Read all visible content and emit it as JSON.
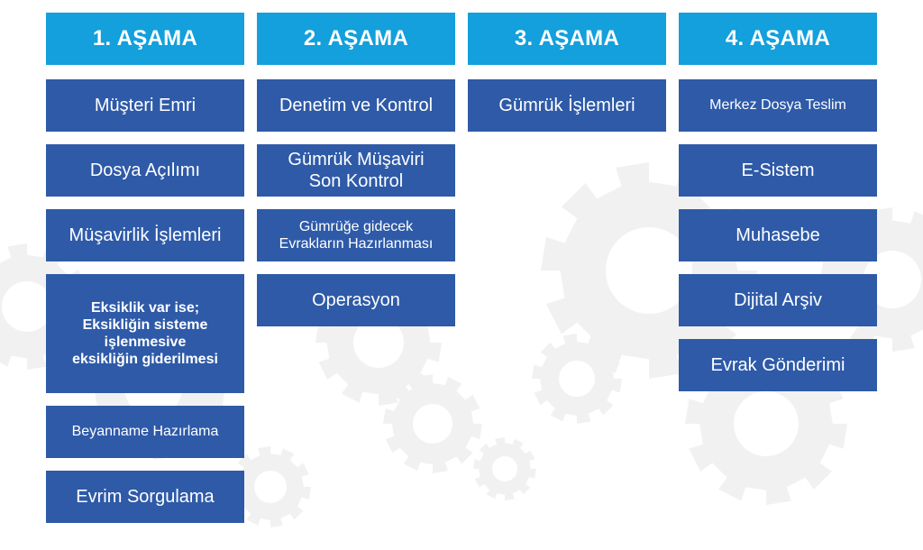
{
  "stages": [
    {
      "title": "1. AŞAMA",
      "steps": [
        "Müşteri Emri",
        "Dosya Açılımı",
        "Müşavirlik İşlemleri",
        "Eksiklik var ise;\nEksikliğin sisteme işlenmesive eksikliğin giderilmesi",
        "Beyanname Hazırlama",
        "Evrim Sorgulama"
      ]
    },
    {
      "title": "2. AŞAMA",
      "steps": [
        "Denetim ve Kontrol",
        "Gümrük Müşaviri\nSon Kontrol",
        "Gümrüğe gidecek\nEvrakların Hazırlanması",
        "Operasyon"
      ]
    },
    {
      "title": "3. AŞAMA",
      "steps": [
        "Gümrük İşlemleri"
      ]
    },
    {
      "title": "4. AŞAMA",
      "steps": [
        "Merkez Dosya Teslim",
        "E-Sistem",
        "Muhasebe",
        "Dijital Arşiv",
        "Evrak Gönderimi"
      ]
    }
  ],
  "colors": {
    "header": "#13a0dc",
    "box": "#2e5aa8",
    "text": "#ffffff",
    "gear": "#f1f1f1"
  }
}
